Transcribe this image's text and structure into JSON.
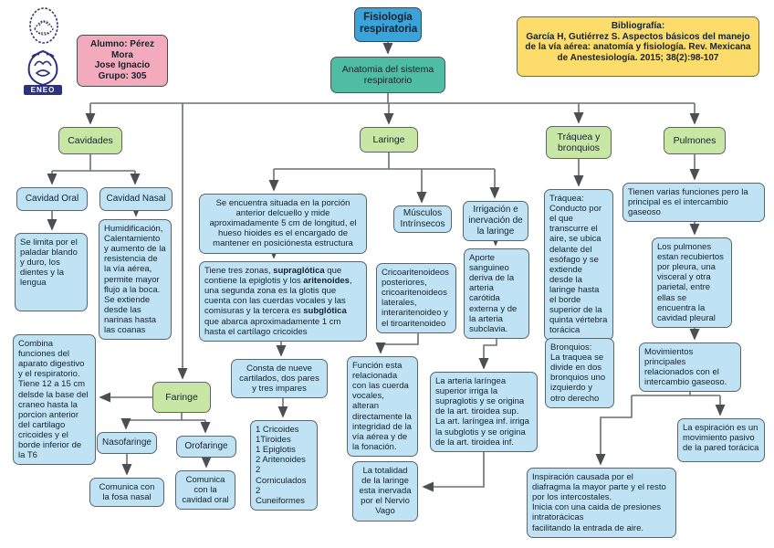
{
  "title": "Fisiología respiratoria",
  "header": {
    "student": "Alumno: Pérez Mora\nJose Ignacio\nGrupo: 305",
    "bibliography": "Bibliografía:\nGarcía H, Gutiérrez S. Aspectos básicos del manejo de la vía aérea: anatomía y fisiología. Rev. Mexicana de Anestesiología. 2015; 38(2):98-107",
    "eneo_label": "ENEO"
  },
  "colors": {
    "root_blue": "#3aa3d9",
    "secondary_teal": "#4fbda3",
    "topic_green": "#c9e7a4",
    "detail_blue": "#bfe3f4",
    "student_pink": "#f3aabc",
    "bibliography_yellow": "#fcdd6b",
    "connector_gray": "#6a6f74",
    "logo_navy": "#2b3080"
  },
  "nodes": {
    "fisiologia": "Fisiología respiratoria",
    "anatomia": "Anatomia del sistema respiratorio",
    "cavidades": "Cavidades",
    "laringe": "Laringe",
    "traquea_bronquios": "Tráquea y bronquios",
    "pulmones": "Pulmones",
    "cavidad_oral": "Cavidad Oral",
    "cavidad_nasal": "Cavidad Nasal",
    "oral_desc": "Se limita por el paladar blando y duro, los dientes y la lengua",
    "nasal_desc": "Humidificación, Calentamiento y aumento de la resistencia de la vía aérea, permite mayor flujo a la boca. Se extiende desde las narinas hasta las coanas",
    "faringe": "Faringe",
    "faringe_desc": "Combina funciones del aparato digestivo y el respiratorio.\nTiene 12 a 15 cm delsde la base del craneo hasta la porcion anterior del cartilago cricoides y el borde inferior de la T6",
    "nasofaringe": "Nasofaringe",
    "orofaringe": "Orofaringe",
    "nasofaringe_desc": "Comunica con la fosa nasal",
    "orofaringe_desc": "Comunica con la cavidad oral",
    "laringe_desc": "Se encuentra situada en la porción anterior delcuello y mide aproximadamente 5 cm de longitud, el hueso hioides es el encargado de mantener en posiciónesta estructura",
    "laringe_zonas_segments": [
      {
        "t": "Tiene tres zonas, "
      },
      {
        "t": "supraglótica",
        "b": true
      },
      {
        "t": " que contiene la epiglotis y los "
      },
      {
        "t": "aritenoides",
        "b": true
      },
      {
        "t": ", una segunda zona es la glotis que cuenta con las cuerdas vocales y las comisuras y la tercera es "
      },
      {
        "t": "subglótica",
        "b": true
      },
      {
        "t": " que abarca aproximadamente 1 cm hasta el cartílago cricoides"
      }
    ],
    "consta": "Consta de nueve cartilados, dos pares y tres impares",
    "cartilagos": "1 Cricoides\n1Tiroides\n1 Epiglotis\n2 Aritenoides\n2 Corniculados 2\nCuneiformes",
    "musculos": "Músculos Intrínsecos",
    "crico": "Cricoaritenoideos posteriores, cricoaritenoideos laterales, interaritenoideo y el tiroaritenoideo",
    "funcion": "Función esta relacionada con las cuerda vocales, alteran directamente la integridad de la vía aérea y de la fonación.",
    "totalidad": "La totalidad de la laringe esta inervada por el Nervio Vago",
    "irrigacion": "Irrigación e inervación de la laringe",
    "aporte": "Aporte sanguineo deriva de la arteria carótida externa y de la arteria subclavia.",
    "arteria": "La arteria laríngea superior irriga la supraglotis y se origina de la art. tiroidea sup.\nLa art. laríngea inf. irriga la subglotis y se origina de la art. tiroidea inf.",
    "traquea_desc": "Tráquea:\nConducto por el que transcurre el aire, se ubica delante del esófago y se extiende desde la laringe hasta el borde superior de la quinta vértebra torácica",
    "bronquios_desc": "Bronquios:\nLa traquea se divide en dos bronquios uno izquierdo y otro derecho",
    "pulmones_func": "Tienen varias funciones pero la principal es el intercambio gaseoso",
    "pleura": "Los pulmones estan recubiertos por pleura, una visceral y otra parietal, entre ellas se encuentra la cavidad pleural",
    "movimientos": "Movimientos principales relacionados con el intercambio gaseoso.",
    "espiracion": "La espiración es un movimiento pasivo de la pared torácica",
    "inspiracion": "Inspiración causada por el diafragma la mayor parte y el resto por los intercostales.\nInicia con una caida de presiones intratorácicas\nfacilitando la entrada de aire."
  }
}
